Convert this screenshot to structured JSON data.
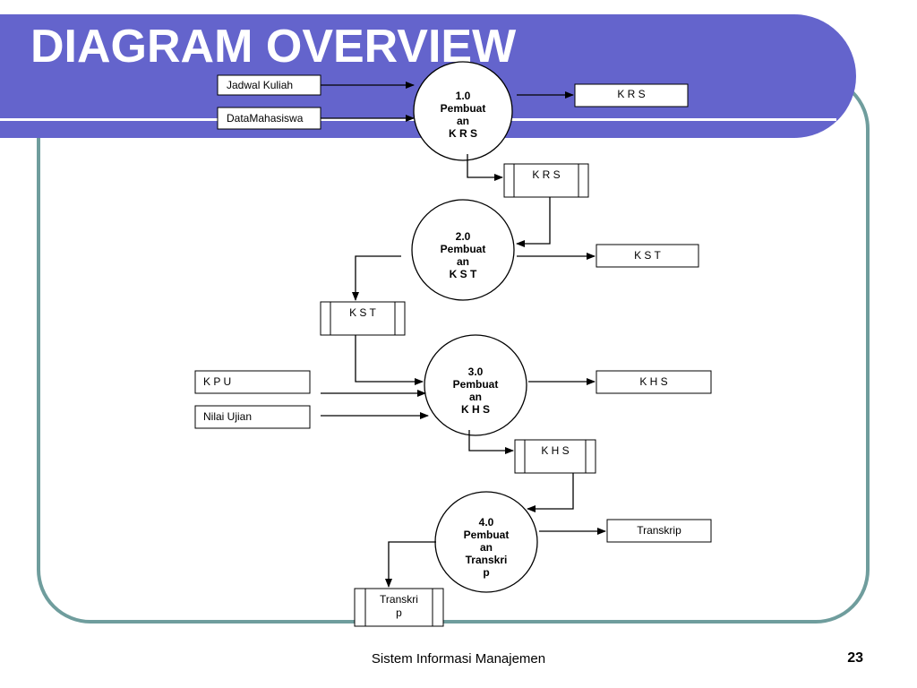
{
  "slide": {
    "title": "DIAGRAM OVERVIEW",
    "footer": "Sistem Informasi Manajemen",
    "page_number": "23"
  },
  "colors": {
    "banner": "#6464cc",
    "frame": "#6f9d9d",
    "line": "#000000"
  },
  "diagram": {
    "entities": {
      "jadwal_kuliah": "Jadwal Kuliah",
      "data_mahasiswa": "DataMahasiswa",
      "kpu": "K P U",
      "nilai_ujian": "Nilai Ujian"
    },
    "processes": {
      "p1": "1.0\nPembuat\nan\nK R S",
      "p2": "2.0\nPembuat\nan\nK S T",
      "p3": "3.0\nPembuat\nan\nK H S",
      "p4": "4.0\nPembuat\nan\nTranskri\np"
    },
    "outputs": {
      "krs": "K R S",
      "kst": "K S T",
      "khs": "K H S",
      "transkrip": "Transkrip"
    },
    "stores": {
      "krs": "K R S",
      "kst": "K S T",
      "khs": "K H S",
      "transkrip": "Transkri\np"
    }
  }
}
